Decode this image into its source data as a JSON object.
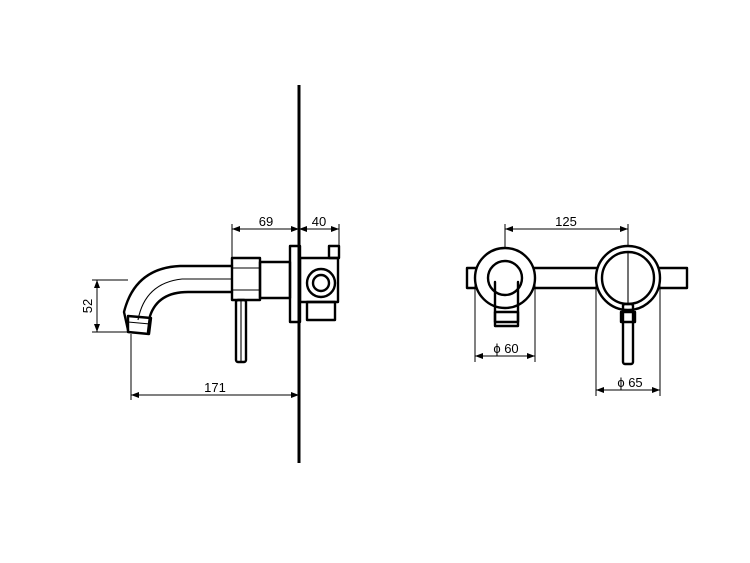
{
  "dimensions": {
    "d69": "69",
    "d40": "40",
    "d52": "52",
    "d171": "171",
    "d125": "125",
    "d60": "ϕ 60",
    "d65": "ϕ 65"
  },
  "colors": {
    "line": "#000000",
    "background": "#ffffff"
  }
}
